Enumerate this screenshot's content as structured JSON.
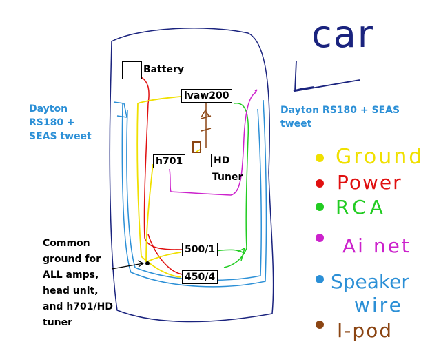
{
  "title": "car",
  "left_speaker": [
    "Dayton",
    "RS180 +",
    "SEAS tweet"
  ],
  "right_speaker": [
    "Dayton RS180 + SEAS",
    "tweet"
  ],
  "components": {
    "battery": "Battery",
    "lvaw200": "lvaw200",
    "h701": "h701",
    "hd_tuner": [
      "HD",
      "Tuner"
    ],
    "amp_500": "500/1",
    "amp_450": "450/4"
  },
  "ground_note": [
    "Common",
    "ground for",
    "ALL amps,",
    "head unit,",
    "and h701/HD",
    "tuner"
  ],
  "legend": [
    {
      "label": "Ground",
      "color": "#f0e000"
    },
    {
      "label": "Power",
      "color": "#e01010"
    },
    {
      "label": "RCA",
      "color": "#22cc22"
    },
    {
      "label": "Ai net",
      "color": "#cc22cc"
    },
    {
      "label": "Speaker",
      "label2": "wire",
      "color": "#2b8fd6"
    },
    {
      "label": "I-pod",
      "color": "#8b4513"
    }
  ]
}
